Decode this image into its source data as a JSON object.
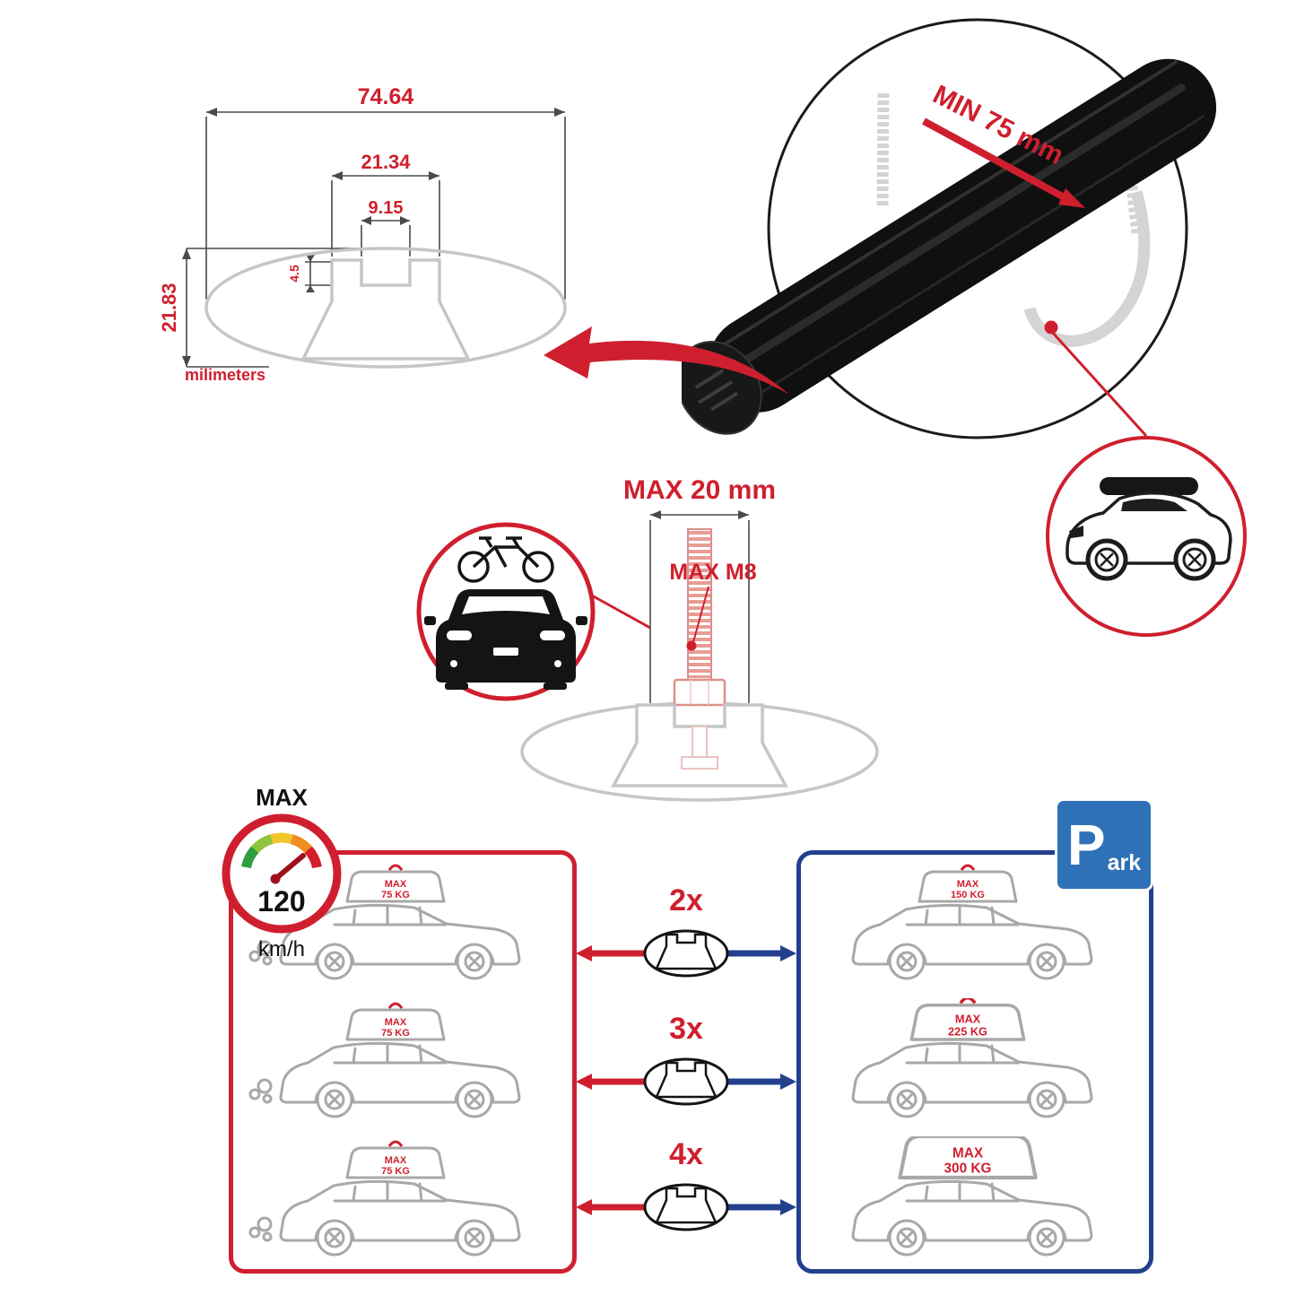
{
  "colors": {
    "red": "#cf1f2e",
    "dark_red": "#9e111c",
    "blue_border": "#23408f",
    "sign_blue": "#2f71b7",
    "drawing_gray": "#c6c6c6",
    "car_gray": "#a8a8a8",
    "bar_black": "#101010",
    "bolt_salmon": "#dd8f87"
  },
  "profile_drawing": {
    "total_width": "74.64",
    "upper_width": "21.34",
    "slot_width": "9.15",
    "slot_depth": "4.5",
    "height": "21.83",
    "unit": "milimeters"
  },
  "bar_closeup": {
    "min_label": "MIN 75 mm"
  },
  "bolt_diagram": {
    "max_length": "MAX 20 mm",
    "max_thread": "MAX M8"
  },
  "speedometer": {
    "label": "MAX",
    "value": "120",
    "unit": "km/h"
  },
  "parking_sign": {
    "letter": "P",
    "suffix": "ark"
  },
  "driving_panel": {
    "cars": [
      {
        "max": "MAX",
        "weight": "75 KG"
      },
      {
        "max": "MAX",
        "weight": "75 KG"
      },
      {
        "max": "MAX",
        "weight": "75 KG"
      }
    ]
  },
  "parked_panel": {
    "cars": [
      {
        "max": "MAX",
        "weight": "150 KG"
      },
      {
        "max": "MAX",
        "weight": "225 KG"
      },
      {
        "max": "MAX",
        "weight": "300 KG"
      }
    ]
  },
  "multipliers": [
    {
      "label": "2x"
    },
    {
      "label": "3x"
    },
    {
      "label": "4x"
    }
  ]
}
